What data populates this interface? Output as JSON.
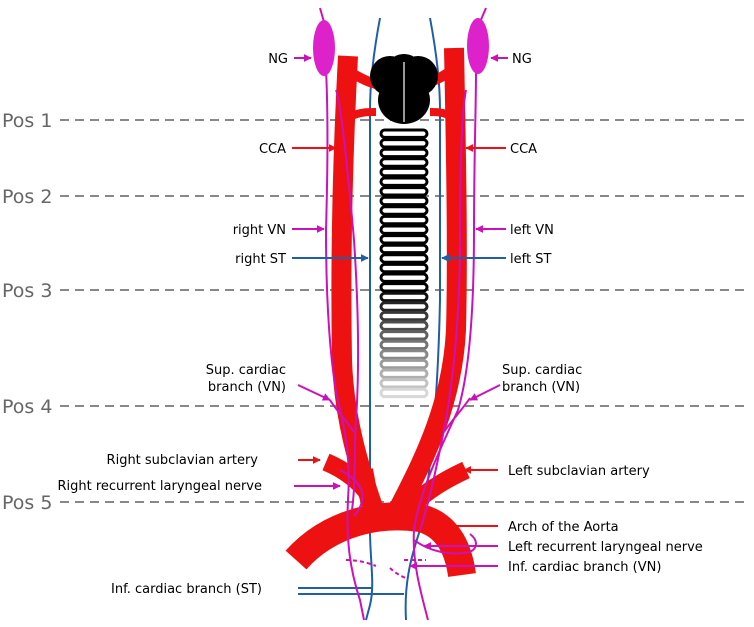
{
  "colors": {
    "artery": "#ee1111",
    "vagus_nerve": "#cc11bb",
    "sympathetic_trunk": "#1f5fa8",
    "trachea": "#000000",
    "ganglion": "#dd22cc",
    "position_line": "#888888"
  },
  "positions": [
    "Pos 1",
    "Pos 2",
    "Pos 3",
    "Pos 4",
    "Pos 5"
  ],
  "labels": {
    "ng_right": "NG",
    "ng_left": "NG",
    "cca_right": "CCA",
    "cca_left": "CCA",
    "right_vn": "right VN",
    "left_vn": "left VN",
    "right_st": "right ST",
    "left_st": "left ST",
    "sup_cardiac_right_1": "Sup. cardiac",
    "sup_cardiac_right_2": "branch (VN)",
    "sup_cardiac_left_1": "Sup. cardiac",
    "sup_cardiac_left_2": "branch (VN)",
    "right_subclavian": "Right subclavian artery",
    "right_recurrent": "Right recurrent laryngeal nerve",
    "left_subclavian": "Left subclavian artery",
    "arch_aorta": "Arch of the Aorta",
    "left_recurrent": "Left recurrent laryngeal nerve",
    "inf_cardiac_vn": "Inf. cardiac branch (VN)",
    "inf_cardiac_st": "Inf. cardiac branch (ST)"
  }
}
